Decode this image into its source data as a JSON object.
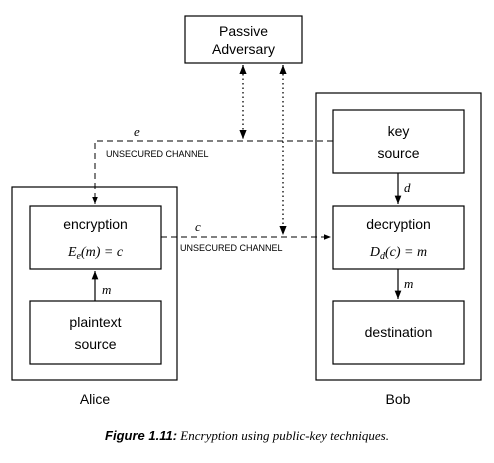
{
  "adversary": {
    "line1": "Passive",
    "line2": "Adversary"
  },
  "alice": {
    "label": "Alice",
    "encryption": {
      "title": "encryption",
      "formula_lhs": "E",
      "formula_sub": "e",
      "formula_rest": "(m) = c"
    },
    "plaintext": {
      "line1": "plaintext",
      "line2": "source"
    }
  },
  "bob": {
    "label": "Bob",
    "key_source": {
      "line1": "key",
      "line2": "source"
    },
    "decryption": {
      "title": "decryption",
      "formula_lhs": "D",
      "formula_sub": "d",
      "formula_rest": "(c) = m"
    },
    "destination": {
      "title": "destination"
    }
  },
  "channels": {
    "key_channel": {
      "symbol": "e",
      "label": "UNSECURED CHANNEL"
    },
    "cipher_channel": {
      "symbol": "c",
      "label": "UNSECURED CHANNEL"
    }
  },
  "arrows": {
    "d_label": "d",
    "m_bob_label": "m",
    "m_alice_label": "m"
  },
  "caption": {
    "label": "Figure 1.11:",
    "text": " Encryption using public-key techniques."
  }
}
